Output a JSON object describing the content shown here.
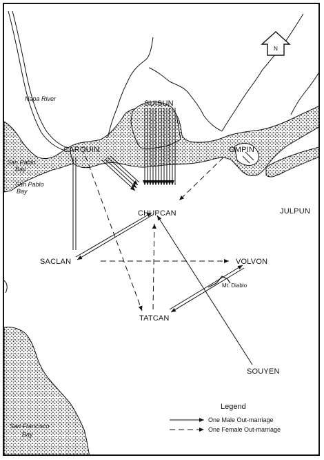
{
  "north_arrow": {
    "label": "N",
    "icon": "north-arrow-icon"
  },
  "tribes": {
    "suisun": "SUISUN",
    "carquin": "CARQUIN",
    "ompin": "OMPIN",
    "chupcan": "CHUPCAN",
    "julpun": "JULPUN",
    "saclan": "SACLAN",
    "volvon": "VOLVON",
    "tatcan": "TATCAN",
    "souyen": "SOUYEN"
  },
  "places": {
    "napa_river": "Napa River",
    "san_pablo_bay_1": "San Pablo",
    "san_pablo_bay_1b": "Bay",
    "san_pablo_bay_2": "San Pablo",
    "san_pablo_bay_2b": "Bay",
    "mt_diablo": "Mt. Diablo",
    "san_francisco_bay_1": "San Francisco",
    "san_francisco_bay_2": "Bay"
  },
  "legend": {
    "title": "Legend",
    "male": "One Male Out-marriage",
    "female": "One Female Out-marriage"
  },
  "colors": {
    "ink": "#111111",
    "water_fill": "#d9d9d9",
    "paper": "#ffffff"
  }
}
